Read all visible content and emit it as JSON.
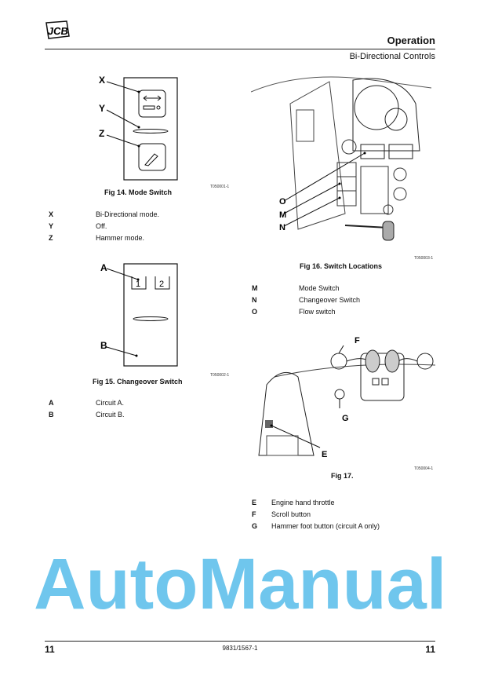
{
  "header": {
    "logo": "JCB",
    "section": "Operation",
    "subsection": "Bi-Directional Controls"
  },
  "fig14": {
    "labels": [
      "X",
      "Y",
      "Z"
    ],
    "caption": "Fig 14. Mode Switch",
    "ref": "T050001-1",
    "items": [
      {
        "k": "X",
        "v": "Bi-Directional mode."
      },
      {
        "k": "Y",
        "v": "Off."
      },
      {
        "k": "Z",
        "v": "Hammer mode."
      }
    ]
  },
  "fig15": {
    "labels": [
      "A",
      "B"
    ],
    "keys": [
      "1",
      "2"
    ],
    "caption": "Fig 15. Changeover Switch",
    "ref": "T050002-1",
    "items": [
      {
        "k": "A",
        "v": "Circuit A."
      },
      {
        "k": "B",
        "v": "Circuit B."
      }
    ]
  },
  "fig16": {
    "labels": [
      "O",
      "M",
      "N"
    ],
    "caption": "Fig 16. Switch Locations",
    "ref": "T050003-1",
    "items": [
      {
        "k": "M",
        "v": "Mode Switch"
      },
      {
        "k": "N",
        "v": "Changeover Switch"
      },
      {
        "k": "O",
        "v": "Flow switch"
      }
    ]
  },
  "fig17": {
    "labels": [
      "F",
      "G",
      "E"
    ],
    "caption": "Fig 17.",
    "ref": "T050004-1",
    "items": [
      {
        "k": "E",
        "v": "Engine hand throttle"
      },
      {
        "k": "F",
        "v": "Scroll button"
      },
      {
        "k": "G",
        "v": "Hammer foot button (circuit A only)"
      }
    ]
  },
  "footer": {
    "page_left": "11",
    "doc_number": "9831/1567-1",
    "page_right": "11"
  },
  "watermark": "AutoManual",
  "colors": {
    "watermark": "#3fb4e8"
  }
}
